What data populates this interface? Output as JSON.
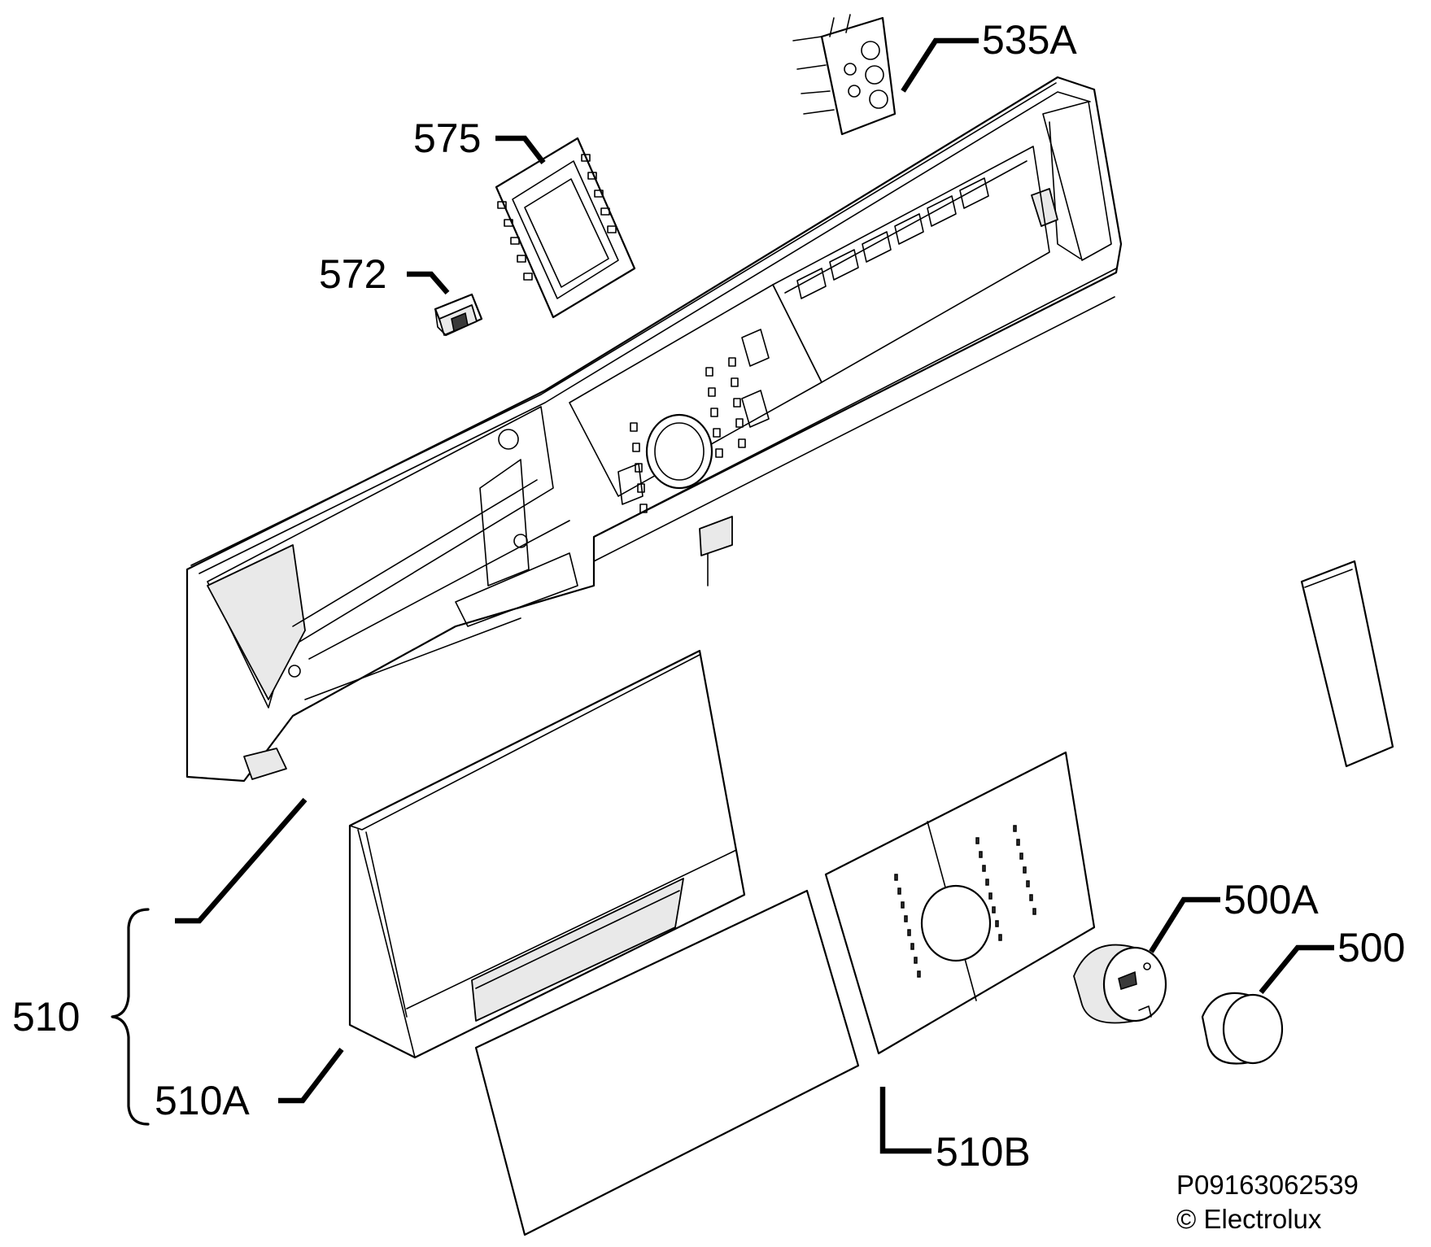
{
  "labels": {
    "p535A": "535A",
    "p575": "575",
    "p572": "572",
    "p510": "510",
    "p510A": "510A",
    "p510B": "510B",
    "p500A": "500A",
    "p500": "500"
  },
  "footer": {
    "ref_code": "P09163062539",
    "copyright": "© Electrolux"
  }
}
